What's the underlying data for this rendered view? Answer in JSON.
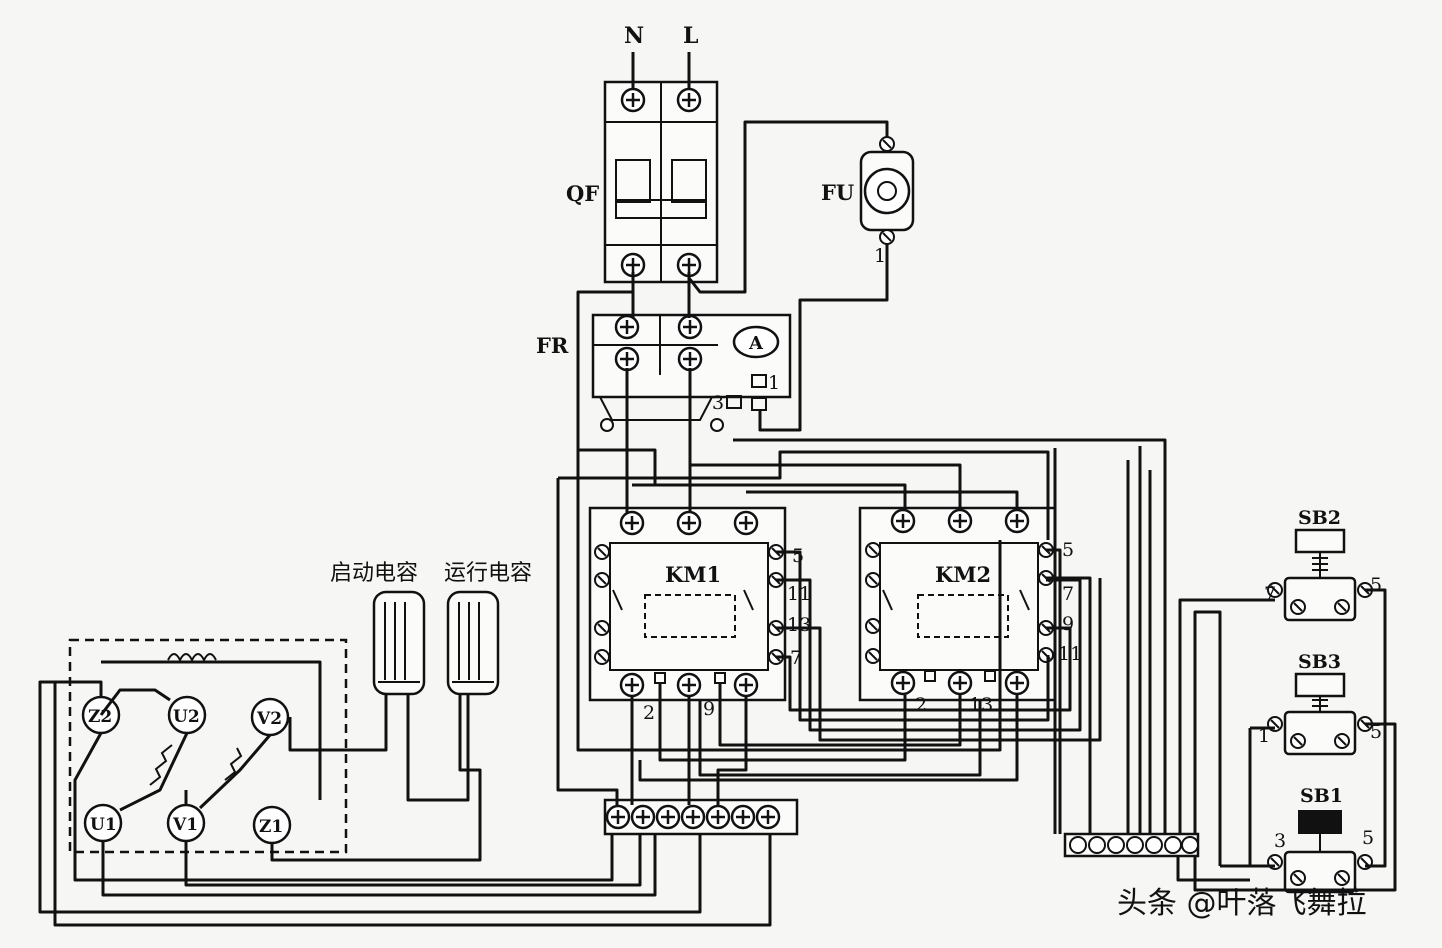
{
  "labels": {
    "N": "N",
    "L": "L",
    "QF": "QF",
    "FU": "FU",
    "fu_pin": "1",
    "FR": "FR",
    "FR_meter": "A",
    "FR_pin1": "1",
    "FR_pin3": "3",
    "KM1": "KM1",
    "KM2": "KM2",
    "KM1_pin5": "5",
    "KM1_pin11": "11",
    "KM1_pin13": "13",
    "KM1_pin7": "7",
    "KM1_pin2": "2",
    "KM1_pin9": "9",
    "KM2_pin5": "5",
    "KM2_pin7": "7",
    "KM2_pin9": "9",
    "KM2_pin11": "11",
    "KM2_pin2": "2",
    "KM2_pin13": "13",
    "start_cap": "启动电容",
    "run_cap": "运行电容",
    "Z2": "Z2",
    "U2": "U2",
    "V2": "V2",
    "U1": "U1",
    "V1": "V1",
    "Z1": "Z1",
    "SB2": "SB2",
    "SB3": "SB3",
    "SB1": "SB1",
    "SB2_pin7": "7",
    "SB2_pin5": "5",
    "SB3_pin1": "1",
    "SB3_pin5": "5",
    "SB1_pin3": "3",
    "SB1_pin5": "5"
  },
  "watermark": "头条 @叶落飞舞拉"
}
